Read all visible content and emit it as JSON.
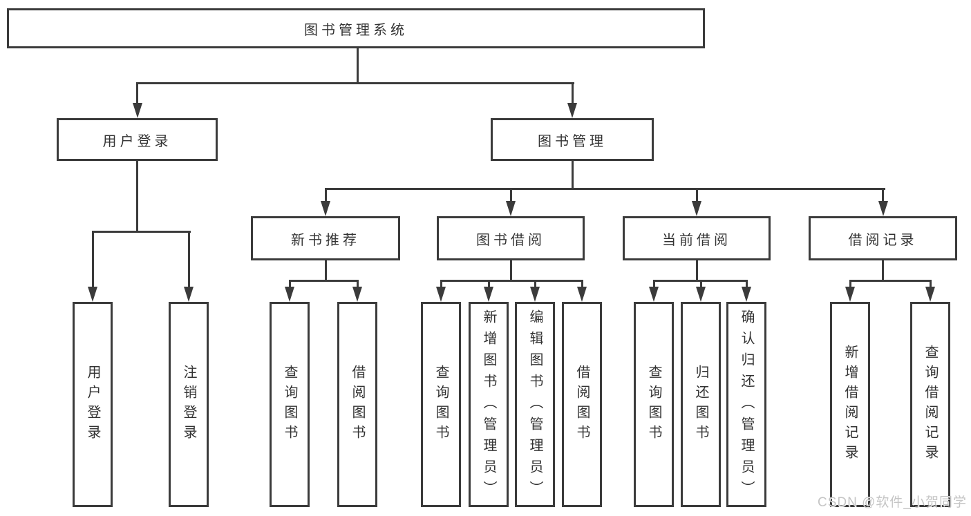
{
  "colors": {
    "line": "#3b3b3b",
    "text": "#333333",
    "box_background": "#ffffff",
    "page_background": "#ffffff",
    "watermark": "#c5c5c5"
  },
  "watermark": {
    "text": "CSDN @软件_小贺同学"
  },
  "tree": {
    "root": {
      "label": "图书管理系统",
      "children": [
        {
          "label": "用户登录",
          "children": [
            {
              "label": "用户登录"
            },
            {
              "label": "注销登录"
            }
          ]
        },
        {
          "label": "图书管理",
          "children": [
            {
              "label": "新书推荐",
              "children": [
                {
                  "label": "查询图书"
                },
                {
                  "label": "借阅图书"
                }
              ]
            },
            {
              "label": "图书借阅",
              "children": [
                {
                  "label": "查询图书"
                },
                {
                  "label": "新增图书（管理员）"
                },
                {
                  "label": "编辑图书（管理员）"
                },
                {
                  "label": "借阅图书"
                }
              ]
            },
            {
              "label": "当前借阅",
              "children": [
                {
                  "label": "查询图书"
                },
                {
                  "label": "归还图书"
                },
                {
                  "label": "确认归还（管理员）"
                }
              ]
            },
            {
              "label": "借阅记录",
              "children": [
                {
                  "label": "新增借阅记录"
                },
                {
                  "label": "查询借阅记录"
                }
              ]
            }
          ]
        }
      ]
    }
  }
}
